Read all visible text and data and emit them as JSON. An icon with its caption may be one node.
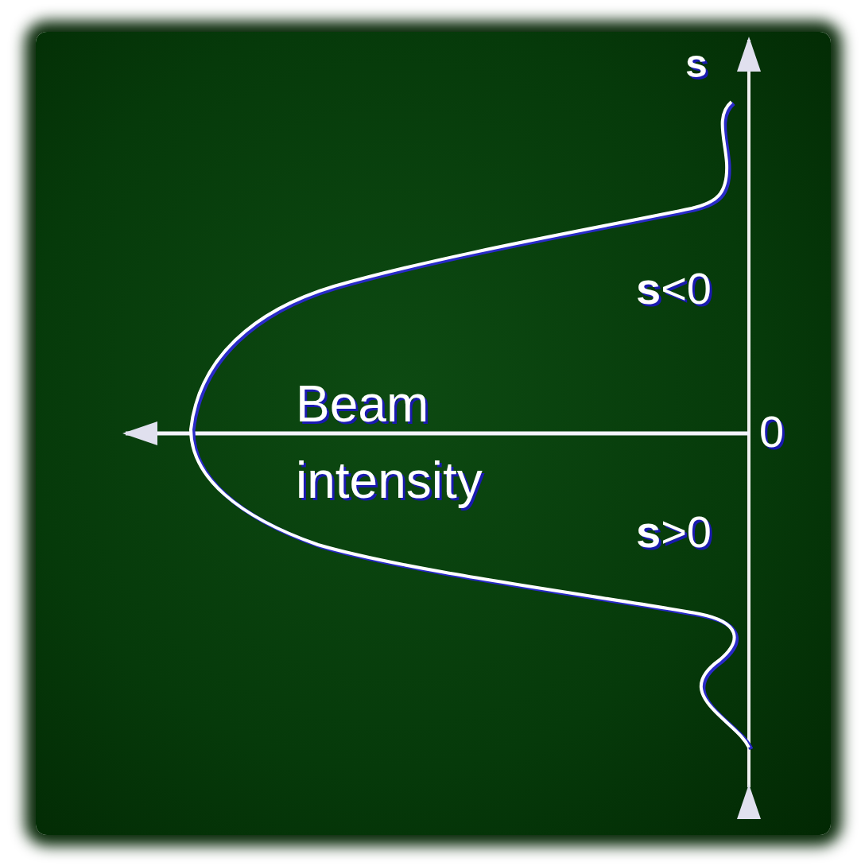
{
  "diagram": {
    "labels": [
      "**s**",
      "**s**<0",
      "Beam intensity",
      "0",
      "**s**>0"
    ]
  }
}
